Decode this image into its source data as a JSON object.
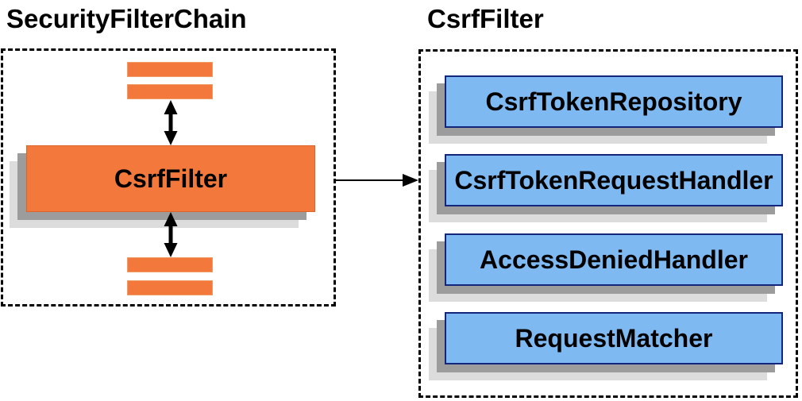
{
  "diagram": {
    "left_panel": {
      "title": "SecurityFilterChain",
      "filter_box_label": "CsrfFilter"
    },
    "right_panel": {
      "title": "CsrfFilter",
      "components": [
        "CsrfTokenRepository",
        "CsrfTokenRequestHandler",
        "AccessDeniedHandler",
        "RequestMatcher"
      ]
    },
    "colors": {
      "filter_fill": "#F2783B",
      "filter_border": "#DE6326",
      "component_fill": "#7FB9F2",
      "component_border": "#14267B",
      "shadow_dark": "#9C9C9C",
      "shadow_light": "#DCDCDC",
      "arrow": "#000000",
      "container_border": "#000000",
      "bg": "#FFFFFF"
    }
  }
}
